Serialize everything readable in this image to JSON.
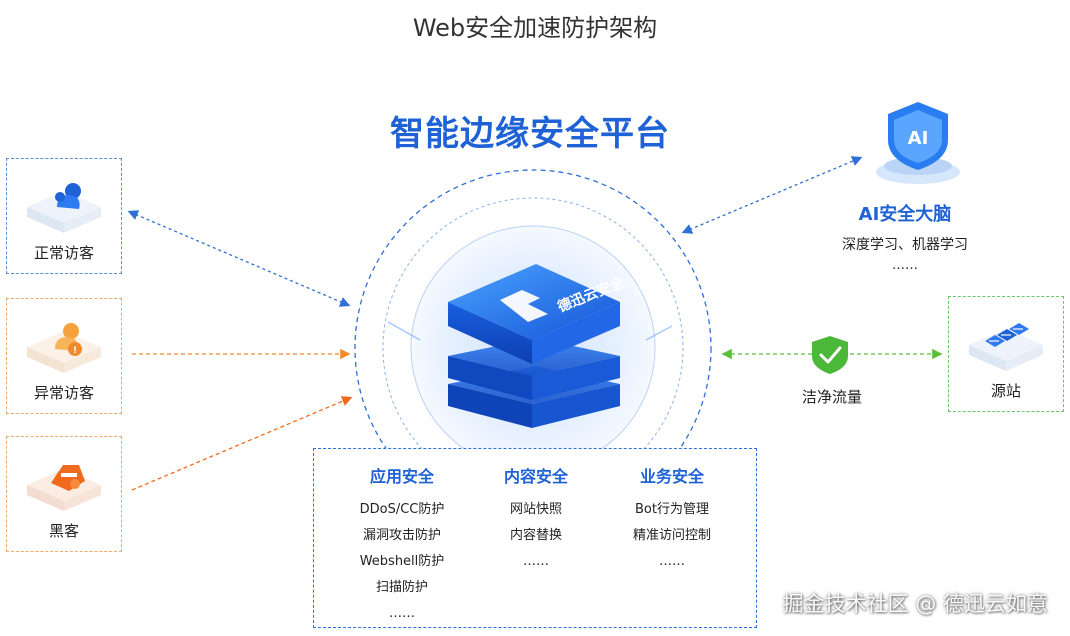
{
  "page_title": "Web安全加速防护架构",
  "platform_title": "智能边缘安全平台",
  "visitors": [
    {
      "label": "正常访客",
      "icon": "user-icon"
    },
    {
      "label": "异常访客",
      "icon": "abnormal-user-icon"
    },
    {
      "label": "黑客",
      "icon": "hacker-icon"
    }
  ],
  "core_logo_text": "德迅云安全",
  "ai_brain": {
    "title": "AI安全大脑",
    "subtitle": "深度学习、机器学习",
    "more": "……",
    "badge_text": "AI"
  },
  "clean_traffic_label": "洁净流量",
  "origin": {
    "label": "源站",
    "icon": "server-icon"
  },
  "services": [
    {
      "title": "应用安全",
      "items": [
        "DDoS/CC防护",
        "漏洞攻击防护",
        "Webshell防护",
        "扫描防护",
        "……"
      ]
    },
    {
      "title": "内容安全",
      "items": [
        "网站快照",
        "内容替换",
        "……"
      ]
    },
    {
      "title": "业务安全",
      "items": [
        "Bot行为管理",
        "精准访问控制",
        "……"
      ]
    }
  ],
  "watermark": "掘金技术社区 @ 德迅云如意",
  "colors": {
    "brand_blue": "#1e62d6",
    "normal": "#2f6fd6",
    "abnormal": "#f08a2c",
    "hacker": "#f06a1e",
    "clean": "#5cbf3a"
  }
}
